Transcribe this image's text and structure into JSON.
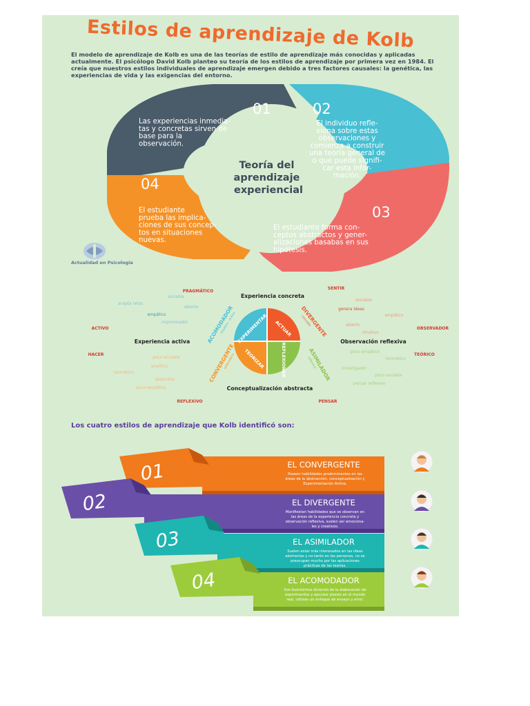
{
  "title": "Estilos de aprendizaje de Kolb",
  "intro": "El modelo de aprendizaje de Kolb es una de las teorías de estilo de aprendizaje más conocidas y aplicadas actualmente.   El psicólogo David Kolb planteo su teoría de los estilos de aprendizaje por primera vez en 1984.  El creía que nuestros estilos individuales de aprendizaje emergen debido a tres factores causales: la genética, las experiencias de vida y las exigencias del entorno.",
  "cycle": {
    "center": [
      "Teoría del",
      "aprendizaje",
      "experiencial"
    ],
    "steps": [
      {
        "num": "01",
        "lines": [
          "Las experiencias inmedia-",
          "tas y concretas sirven de",
          "base para la",
          "observación."
        ],
        "color": "#4a5b6a"
      },
      {
        "num": "02",
        "lines": [
          "El individuo refle-",
          "xiona sobre estas",
          "observaciones y",
          "comienza a construir",
          "una teoría general de",
          "o que puede signifi-",
          "car esta infor-",
          "mación."
        ],
        "color": "#48bfd3"
      },
      {
        "num": "03",
        "lines": [
          "El estudiante forma con-",
          "ceptos abstractos y gener-",
          "alizaciones basabas en sus",
          "hipótesis."
        ],
        "color": "#ef6b67"
      },
      {
        "num": "04",
        "lines": [
          "El estudiante",
          "prueba las implica-",
          "ciones de sus concep-",
          "tos en situaciones",
          "nuevas."
        ],
        "color": "#f59227"
      }
    ],
    "logo_text": "Actualidad en Psicología"
  },
  "wheel": {
    "axes": {
      "top": "Experiencia concreta",
      "left": "Experiencia activa",
      "right": "Observación reflexiva",
      "bottom": "Conceptualización abstracta"
    },
    "quadrant_labels": [
      "EXPERIMENTAR",
      "ACTUAR",
      "REFLEXIONAR",
      "TEORIZAR"
    ],
    "styles": [
      {
        "name": "ACOMODADOR",
        "sub": "intuitivo · activo",
        "color": "#48bfd3"
      },
      {
        "name": "DIVERGENTE",
        "sub": "concreto",
        "color": "#ef5a2a"
      },
      {
        "name": "ASIMILADOR",
        "sub": "reflexivo",
        "color": "#8bc34a"
      },
      {
        "name": "CONVERGENTE",
        "sub": "sistemático",
        "color": "#f59227"
      }
    ],
    "red_words": [
      "PRAGMÁTICO",
      "SENTIR",
      "ACTIVO",
      "OBSERVADOR",
      "HACER",
      "TEÓRICO",
      "REFLEXIVO",
      "PENSAR"
    ],
    "faded_words": {
      "top_left": [
        "sociable",
        "acepta retos",
        "abierto",
        "empático",
        "improvisador"
      ],
      "top_right": [
        "sociable",
        "genera ideas",
        "empático",
        "abierto",
        "intuitivo"
      ],
      "bottom_left": [
        "poco sociable",
        "analítico",
        "hermético",
        "deductivo",
        "poco empático"
      ],
      "bottom_right": [
        "poco empático",
        "hermético",
        "investigador",
        "poco sociable",
        "pensar reflexivo"
      ]
    }
  },
  "section_heading": "Los cuatro estilos de aprendizaje que Kolb identificó son:",
  "styles_list": [
    {
      "num": "01",
      "title": "EL CONVERGENTE",
      "desc": [
        "Poseen habilidades predominantes en las",
        "áreas de la abstracción, conceptualización y",
        "Experimentación Activa."
      ],
      "color": "#f07a1c",
      "dark": "#c9570d"
    },
    {
      "num": "02",
      "title": "EL DIVERGENTE",
      "desc": [
        "Manifiestan habilidades que se observan en",
        "las áreas de la experiencia concreta y",
        "observación reflexiva, suelen ser emociona-",
        "les y creativos."
      ],
      "color": "#6a4fa8",
      "dark": "#4b3385"
    },
    {
      "num": "03",
      "title": "EL ASIMILADOR",
      "desc": [
        "Suelen estar más interesados en las ideas",
        "abstractas y no tanto en las personas, no se",
        "preocupan mucho por las aplicaciones",
        "prácticas de las teorías."
      ],
      "color": "#1fb5b1",
      "dark": "#128883"
    },
    {
      "num": "04",
      "title": "EL ACOMODADOR",
      "desc": [
        "Son buenísimos diciendo de la elaboración de",
        "experimentos y ejecutar planes en el mundo",
        "real, utilizan un enfoque de ensayo y error."
      ],
      "color": "#9ccc3c",
      "dark": "#78a22a"
    }
  ]
}
